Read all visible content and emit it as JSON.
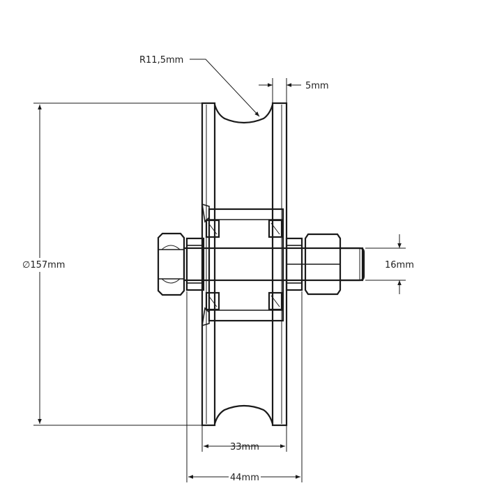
{
  "drawing": {
    "dimensions": {
      "groove_radius": "R11,5mm",
      "flange_width": "5mm",
      "diameter": "∅157mm",
      "axle_diameter": "16mm",
      "wheel_width": "33mm",
      "overall_width": "44mm"
    },
    "colors": {
      "line": "#1a1a1a",
      "background": "#ffffff"
    }
  }
}
